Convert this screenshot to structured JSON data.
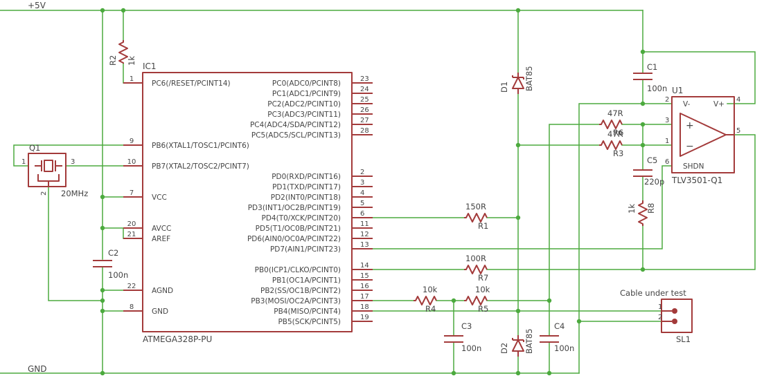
{
  "colors": {
    "wire": "#4caa3e",
    "part": "#a33a3a",
    "text": "#444444",
    "background": "#ffffff"
  },
  "nets": {
    "vcc": "+5V",
    "gnd": "GND"
  },
  "ic1": {
    "ref": "IC1",
    "value": "ATMEGA328P-PU",
    "left_pins": [
      {
        "num": "1",
        "name": "PC6(/RESET/PCINT14)"
      },
      {
        "num": "9",
        "name": "PB6(XTAL1/TOSC1/PCINT6)"
      },
      {
        "num": "10",
        "name": "PB7(XTAL2/TOSC2/PCINT7)"
      },
      {
        "num": "7",
        "name": "VCC"
      },
      {
        "num": "20",
        "name": "AVCC"
      },
      {
        "num": "21",
        "name": "AREF"
      },
      {
        "num": "22",
        "name": "AGND"
      },
      {
        "num": "8",
        "name": "GND"
      }
    ],
    "right_pins": [
      {
        "num": "23",
        "name": "PC0(ADC0/PCINT8)"
      },
      {
        "num": "24",
        "name": "PC1(ADC1/PCINT9)"
      },
      {
        "num": "25",
        "name": "PC2(ADC2/PCINT10)"
      },
      {
        "num": "26",
        "name": "PC3(ADC3/PCINT11)"
      },
      {
        "num": "27",
        "name": "PC4(ADC4/SDA/PCINT12)"
      },
      {
        "num": "28",
        "name": "PC5(ADC5/SCL/PCINT13)"
      },
      {
        "num": "2",
        "name": "PD0(RXD/PCINT16)"
      },
      {
        "num": "3",
        "name": "PD1(TXD/PCINT17)"
      },
      {
        "num": "4",
        "name": "PD2(INT0/PCINT18)"
      },
      {
        "num": "5",
        "name": "PD3(INT1/OC2B/PCINT19)"
      },
      {
        "num": "6",
        "name": "PD4(T0/XCK/PCINT20)"
      },
      {
        "num": "11",
        "name": "PD5(T1/OC0B/PCINT21)"
      },
      {
        "num": "12",
        "name": "PD6(AIN0/OC0A/PCINT22)"
      },
      {
        "num": "13",
        "name": "PD7(AIN1/PCINT23)"
      },
      {
        "num": "14",
        "name": "PB0(ICP1/CLKO/PCINT0)"
      },
      {
        "num": "15",
        "name": "PB1(OC1A/PCINT1)"
      },
      {
        "num": "16",
        "name": "PB2(SS/OC1B/PCINT2)"
      },
      {
        "num": "17",
        "name": "PB3(MOSI/OC2A/PCINT3)"
      },
      {
        "num": "18",
        "name": "PB4(MISO/PCINT4)"
      },
      {
        "num": "19",
        "name": "PB5(SCK/PCINT5)"
      }
    ]
  },
  "components": {
    "r1": {
      "ref": "R1",
      "value": "150R"
    },
    "r2": {
      "ref": "R2",
      "value": "1k"
    },
    "r3": {
      "ref": "R3",
      "value": "47R"
    },
    "r4": {
      "ref": "R4",
      "value": "10k"
    },
    "r5": {
      "ref": "R5",
      "value": "10k"
    },
    "r6": {
      "ref": "R6",
      "value": "47R"
    },
    "r7": {
      "ref": "R7",
      "value": "100R"
    },
    "r8": {
      "ref": "R8",
      "value": "1k"
    },
    "c1": {
      "ref": "C1",
      "value": "100n"
    },
    "c2": {
      "ref": "C2",
      "value": "100n"
    },
    "c3": {
      "ref": "C3",
      "value": "100n"
    },
    "c4": {
      "ref": "C4",
      "value": "100n"
    },
    "c5": {
      "ref": "C5",
      "value": "220p"
    },
    "d1": {
      "ref": "D1",
      "value": "BAT85"
    },
    "d2": {
      "ref": "D2",
      "value": "BAT85"
    },
    "q1": {
      "ref": "Q1",
      "value": "20MHz",
      "pins": [
        "1",
        "3",
        "2"
      ]
    },
    "u1": {
      "ref": "U1",
      "value": "TLV3501-Q1",
      "pins": [
        "2",
        "4",
        "3",
        "1",
        "6",
        "5"
      ],
      "labels": {
        "vminus": "V-",
        "vplus": "V+",
        "plus": "+",
        "minus": "−",
        "shdn": "SHDN"
      }
    },
    "sl1": {
      "ref": "SL1",
      "label": "Cable under test",
      "pins": [
        "1",
        "2"
      ]
    }
  }
}
